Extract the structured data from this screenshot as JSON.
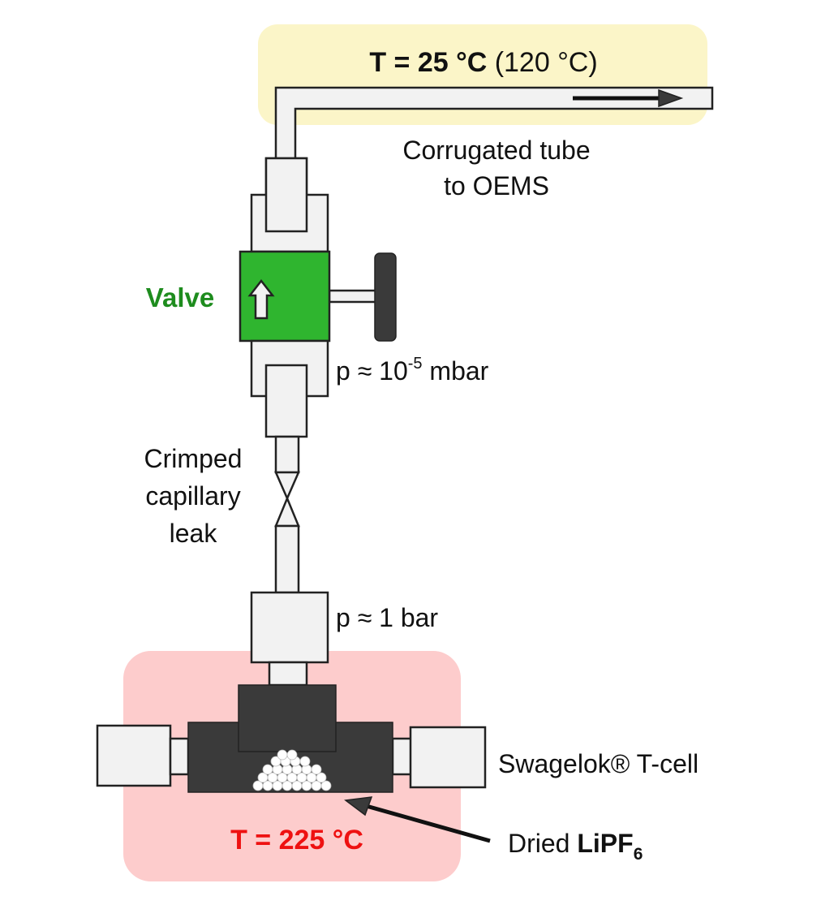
{
  "colors": {
    "cool_zone": "#fbf5c8",
    "hot_zone": "#fdcccc",
    "valve_green": "#2fb52f",
    "valve_label": "#1e8c1e",
    "hot_temp_label": "#ee1111",
    "metal_dark": "#3a3a3a",
    "fitting_light": "#f2f2f2",
    "outline": "#222222"
  },
  "top_zone": {
    "temp_prefix": "T = 25 °C",
    "temp_alt": " (120 °C)"
  },
  "tube_label": {
    "line1": "Corrugated tube",
    "line2": "to OEMS"
  },
  "valve": {
    "label": "Valve",
    "arrow_icon": "up-arrow-icon",
    "handle_icon": "valve-handle-icon"
  },
  "pressure": {
    "low": {
      "prefix": "p ≈ 10",
      "exponent": "-5",
      "unit": " mbar"
    },
    "high": "p ≈ 1 bar"
  },
  "leak_label": {
    "line1": "Crimped",
    "line2": "capillary",
    "line3": "leak"
  },
  "cell": {
    "label": "Swagelok® T-cell",
    "temp": "T = 225 °C"
  },
  "sample": {
    "prefix": "Dried ",
    "formula": "LiPF",
    "subscript": "6"
  }
}
